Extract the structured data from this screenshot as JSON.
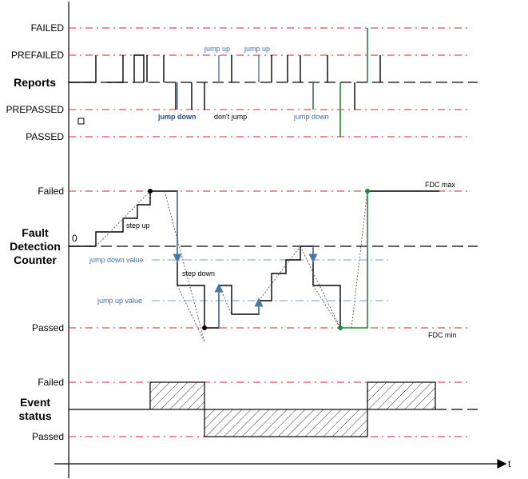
{
  "reports": {
    "title": "Reports",
    "levels": {
      "failed": "FAILED",
      "prefailed": "PREFAILED",
      "prepassed": "PREPASSED",
      "passed": "PASSED"
    },
    "annotations": {
      "jump_up_1": "jump up",
      "jump_up_2": "jump up",
      "jump_down_1": "jump down",
      "dont_jump": "don't jump",
      "jump_down_2": "jump down"
    }
  },
  "counter": {
    "title_line1": "Fault",
    "title_line2": "Detection",
    "title_line3": "Counter",
    "levels": {
      "failed": "Failed",
      "zero": "0",
      "passed": "Passed"
    },
    "annotations": {
      "step_up": "step up",
      "step_down": "step down",
      "jump_down_value": "jump down value",
      "jump_up_value": "jump up value",
      "fdc_max": "FDC max",
      "fdc_min": "FDC min"
    }
  },
  "event_status": {
    "title_line1": "Event",
    "title_line2": "status",
    "levels": {
      "failed": "Failed",
      "passed": "Passed"
    }
  },
  "time_axis": {
    "label": "t"
  },
  "colors": {
    "reference_line": "#d9202a",
    "jump_trace": "#4a77a8",
    "final_trace": "#1f8a3a",
    "threshold": "#7aa0c8"
  }
}
